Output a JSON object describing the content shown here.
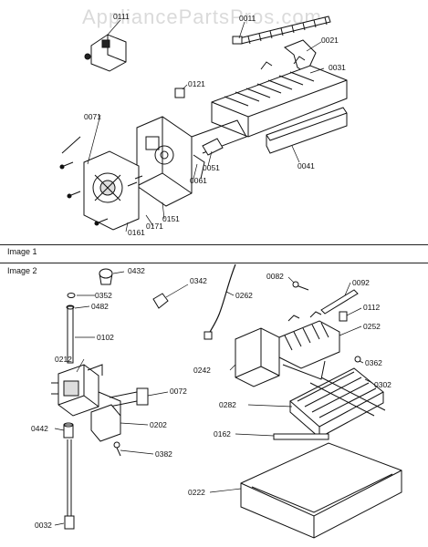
{
  "watermark": "AppliancePartsPros.com",
  "sections": {
    "image1": "Image 1",
    "image2": "Image 2"
  },
  "callouts": {
    "c0111": "0111",
    "c0011": "0011",
    "c0021": "0021",
    "c0031": "0031",
    "c0121": "0121",
    "c0071": "0071",
    "c0051": "0051",
    "c0061": "0061",
    "c0041": "0041",
    "c0151": "0151",
    "c0171": "0171",
    "c0161": "0161",
    "c0432": "0432",
    "c0352": "0352",
    "c0482": "0482",
    "c0102": "0102",
    "c0342": "0342",
    "c0262": "0262",
    "c0082": "0082",
    "c0092": "0092",
    "c0112": "0112",
    "c0252": "0252",
    "c0212": "0212",
    "c0242": "0242",
    "c0362": "0362",
    "c0302": "0302",
    "c0072": "0072",
    "c0282": "0282",
    "c0202": "0202",
    "c0162": "0162",
    "c0442": "0442",
    "c0382": "0382",
    "c0222": "0222",
    "c0032": "0032"
  }
}
